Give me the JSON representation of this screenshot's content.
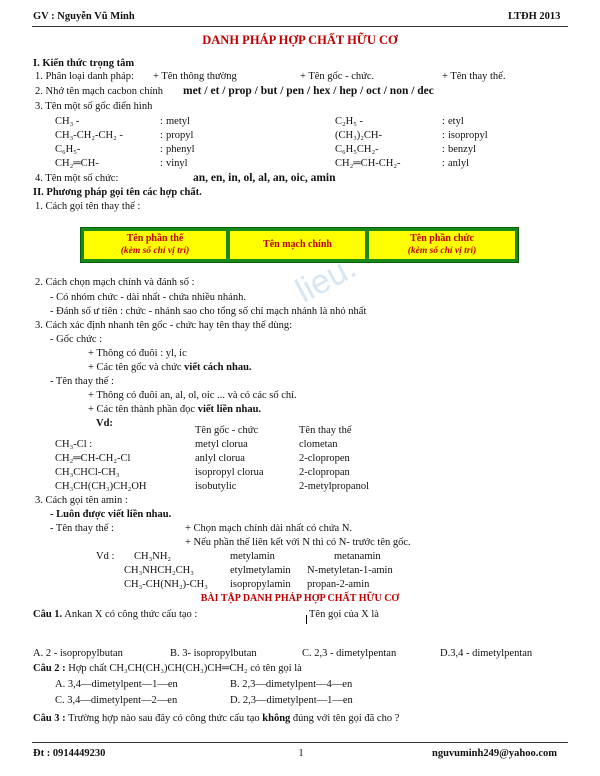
{
  "header": {
    "teacher": "GV : Nguyễn Vũ Minh",
    "code": "LTĐH 2013"
  },
  "title": "DANH PHÁP HỢP CHẤT HỮU CƠ",
  "section1": {
    "heading": "I. Kiến thức trọng tâm",
    "l1_prefix": "1. Phân loại danh pháp:",
    "l1_a": "+ Tên thông thường",
    "l1_b": "+ Tên gốc - chức.",
    "l1_c": "+ Tên thay thế.",
    "l2_prefix": "2. Nhớ tên mạch cacbon chính",
    "l2_list": "met / et / prop / but / pen / hex / hep / oct / non / dec",
    "l3": "3. Tên một số gốc điển hình",
    "radicals": [
      {
        "f": "CH₃ -",
        "n": "metyl",
        "f2": "C₂H₅ -",
        "n2": "etyl"
      },
      {
        "f": "CH₃-CH₂-CH₂ -",
        "n": "propyl",
        "f2": "(CH₃)₂CH-",
        "n2": "isopropyl"
      },
      {
        "f": "C₆H₅-",
        "n": "phenyl",
        "f2": "C₆H₅CH₂-",
        "n2": "benzyl"
      },
      {
        "f": "CH₂═CH-",
        "n": "vinyl",
        "f2": "CH₂═CH-CH₂-",
        "n2": "anlyl"
      }
    ],
    "colon": ":",
    "l4_prefix": "4. Tên một số chức:",
    "l4_list": "an, en, in, ol, al, an, oic, amin"
  },
  "section2": {
    "heading": "II. Phương pháp gọi tên các hợp chất.",
    "l1": "1. Cách gọi tên thay thế :",
    "box": {
      "c1": "Tên phần thế",
      "c1s": "(kèm số chỉ vị trí)",
      "c2": "Tên mạch chính",
      "c3": "Tên phần chức",
      "c3s": "(kèm số chỉ vị trí)"
    },
    "watermark": "lieu.",
    "l2": "2. Cách chọn mạch chính và đánh số :",
    "l2a": "- Có nhóm chức - dài nhất - chứa nhiều nhánh.",
    "l2b": "- Đánh số ư tiên : chức - nhánh sao cho tổng số chỉ mạch nhánh là nhỏ nhất",
    "l3": "3. Cách xác định nhanh tên gốc - chức hay tên thay thế dùng:",
    "l3a": "- Gốc chức :",
    "l3a1": "+ Thông có đuôi : yl, ic",
    "l3a2_pre": "+ Các tên gốc và chức ",
    "l3a2_b": "viết cách nhau.",
    "l3b": "- Tên thay thế :",
    "l3b1": "+ Thông có đuôi an, al, ol, oic ... và có các số chỉ.",
    "l3b2_pre": "+ Các tên thành phần đọc ",
    "l3b2_b": "viết liền nhau.",
    "vd": "Vd:",
    "th1": "Tên gốc - chức",
    "th2": "Tên thay thế",
    "rows": [
      {
        "f": "CH₃-Cl :",
        "a": "metyl clorua",
        "b": "clometan"
      },
      {
        "f": "CH₂═CH-CH₂-Cl",
        "a": "anlyl clorua",
        "b": "2-clopropen"
      },
      {
        "f": "CH₃CHCl-CH₃",
        "a": "isopropyl clorua",
        "b": "2-clopropan"
      },
      {
        "f": "CH₃CH(CH₃)CH₂OH",
        "a": "isobutylic",
        "b": "2-metylpropanol"
      }
    ],
    "l4": "3. Cách gọi tên amin :",
    "l4a": "- Luôn được viết liền nhau.",
    "l4b": "- Tên thay thế :",
    "l4b1": "+ Chọn mạch chính dài nhất có chứa N.",
    "l4b2": "+ Nếu phần thế liên kết với N thì có N- trước tên gốc.",
    "vd2": "Vd :",
    "amines": [
      {
        "f": "CH₃NH₂",
        "a": "metylamin",
        "b": "metanamin"
      },
      {
        "f": "CH₃NHCH₂CH₃",
        "a": "etylmetylamin",
        "b": "N-metyletan-1-amin"
      },
      {
        "f": "CH₃-CH(NH₂)-CH₃",
        "a": "isopropylamin",
        "b": "propan-2-amin"
      }
    ]
  },
  "exercise": {
    "title": "BÀI TẬP DANH PHÁP HỢP CHẤT HỮU CƠ",
    "q1_label": "Câu 1.",
    "q1_text": "Ankan X có công thức cấu tạo :",
    "q1_name": "Tên gọi của X là",
    "q1_opts": [
      "A. 2 - isopropylbutan",
      "B. 3- isopropylbutan",
      "C. 2,3 - dimetylpentan",
      "D.3,4 - dimetylpentan"
    ],
    "q2_label": "Câu 2 :",
    "q2_text": "Hợp chất CH₃CH(CH₃)CH(CH₃)CH═CH₂ có tên gọi là",
    "q2_opts": [
      "A. 3,4—dimetylpent—1—en",
      "B. 2,3—dimetylpent—4—en",
      "C. 3,4—dimetylpent—2—en",
      "D. 2,3—dimetylpent—1—en"
    ],
    "q3_label": "Câu 3 :",
    "q3_pre": "Trường hợp nào sau đây có công thức cấu tạo ",
    "q3_b": "không",
    "q3_post": " đúng với tên gọi đã cho ?"
  },
  "footer": {
    "phone": "Đt : 0914449230",
    "page": "1",
    "email": "nguvuminh249@yahoo.com"
  }
}
